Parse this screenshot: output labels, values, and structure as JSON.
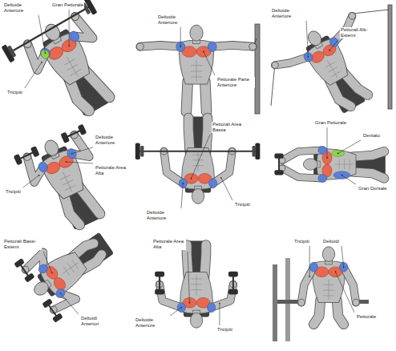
{
  "diagram": {
    "labels": [
      "Deltoide Anteriore",
      "Gran Pettorale",
      "Tricipiti",
      "Deltoide Anteriore",
      "Pettorale Parte Anteriore",
      "Deltoide Anteriore",
      "Pettorali Alti-Esterni",
      "Deltoide Anteriore",
      "Pettorale Area Alta",
      "Tricipiti",
      "Pettorali Area Bassa",
      "Deltoide Anteriore",
      "Tricipiti",
      "Gran Pettorale",
      "Dentato",
      "Gran Dorsale",
      "Pettorali Bassi-Esterni",
      "Deltoidi Anteriori",
      "Pettorale Area Alta",
      "Deltoide Anteriore",
      "Tricipiti",
      "Tricipiti",
      "Deltoidi",
      "Pettorale"
    ]
  }
}
